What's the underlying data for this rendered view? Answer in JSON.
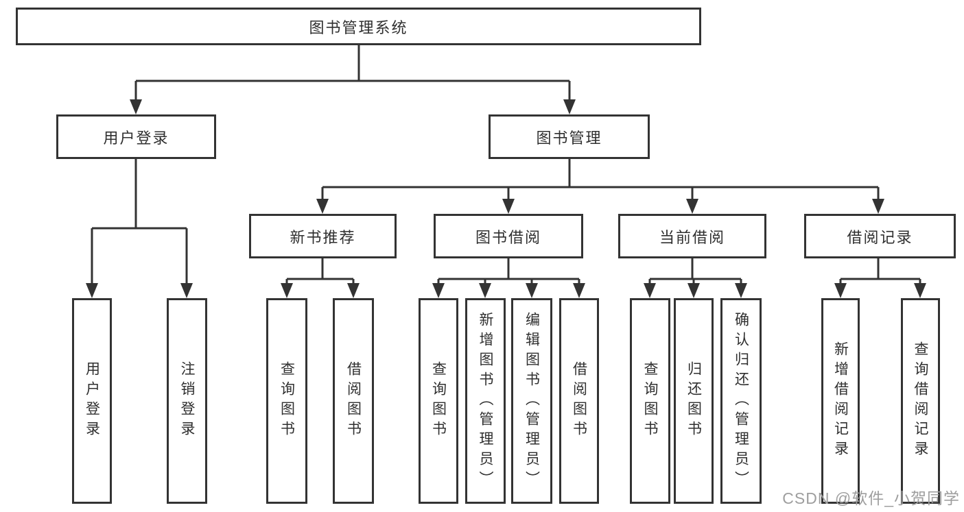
{
  "diagram": {
    "type": "hierarchy-tree",
    "colors": {
      "line": "#333333",
      "box_border": "#333333",
      "box_background": "#ffffff",
      "text": "#2f2f2f",
      "watermark_text": "#9e9e9e"
    },
    "tree": {
      "root": {
        "label": "图书管理系统",
        "children": [
          {
            "label": "用户登录",
            "children": [
              {
                "label": "用户登录"
              },
              {
                "label": "注销登录"
              }
            ]
          },
          {
            "label": "图书管理",
            "children": [
              {
                "label": "新书推荐",
                "children": [
                  {
                    "label": "查询图书"
                  },
                  {
                    "label": "借阅图书"
                  }
                ]
              },
              {
                "label": "图书借阅",
                "children": [
                  {
                    "label": "查询图书"
                  },
                  {
                    "label": "新增图书（管理员）"
                  },
                  {
                    "label": "编辑图书（管理员）"
                  },
                  {
                    "label": "借阅图书"
                  }
                ]
              },
              {
                "label": "当前借阅",
                "children": [
                  {
                    "label": "查询图书"
                  },
                  {
                    "label": "归还图书"
                  },
                  {
                    "label": "确认归还（管理员）"
                  }
                ]
              },
              {
                "label": "借阅记录",
                "children": [
                  {
                    "label": "新增借阅记录"
                  },
                  {
                    "label": "查询借阅记录"
                  }
                ]
              }
            ]
          }
        ]
      }
    },
    "watermark": {
      "text": "CSDN @软件_小贺同学"
    }
  }
}
